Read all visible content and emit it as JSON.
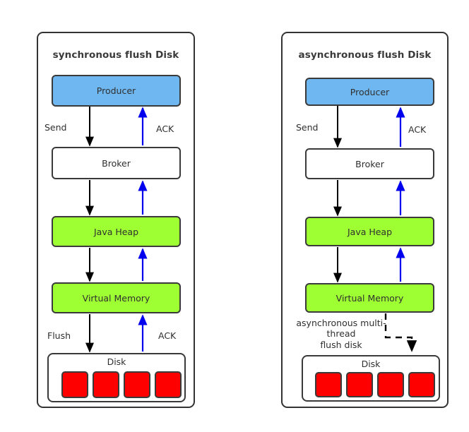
{
  "diagram": {
    "type": "flow-diagram",
    "title_left": "synchronous flush Disk",
    "title_right": "asynchronous flush Disk",
    "colors": {
      "producer_fill": "#6FB7F0",
      "memory_fill": "#9EFF32",
      "disk_cell_fill": "#FF0000",
      "stroke": "#3A3A3A",
      "ack_arrow": "#0000EE",
      "flow_arrow": "#000000",
      "background": "#FFFFFF"
    }
  },
  "panels": [
    {
      "id": "synchronous",
      "title": "synchronous flush Disk",
      "nodes": [
        {
          "id": "producer",
          "label": "Producer",
          "style": "blue"
        },
        {
          "id": "broker",
          "label": "Broker",
          "style": "plain"
        },
        {
          "id": "java-heap",
          "label": "Java Heap",
          "style": "green"
        },
        {
          "id": "virtual-memory",
          "label": "Virtual Memory",
          "style": "green"
        },
        {
          "id": "disk",
          "label": "Disk",
          "style": "disk"
        }
      ],
      "disk_cells": 4,
      "edge_labels": [
        {
          "id": "send",
          "text": "Send"
        },
        {
          "id": "ack-top",
          "text": "ACK"
        },
        {
          "id": "flush",
          "text": "Flush"
        },
        {
          "id": "ack-bottom",
          "text": "ACK"
        }
      ],
      "flows": [
        {
          "from": "producer",
          "to": "broker",
          "kind": "solid-down",
          "label": "Send"
        },
        {
          "from": "broker",
          "to": "java-heap",
          "kind": "solid-down"
        },
        {
          "from": "java-heap",
          "to": "virtual-memory",
          "kind": "solid-down"
        },
        {
          "from": "virtual-memory",
          "to": "disk",
          "kind": "solid-down",
          "label": "Flush"
        },
        {
          "from": "disk",
          "to": "virtual-memory",
          "kind": "ack-up",
          "label": "ACK"
        },
        {
          "from": "virtual-memory",
          "to": "java-heap",
          "kind": "ack-up"
        },
        {
          "from": "java-heap",
          "to": "broker",
          "kind": "ack-up"
        },
        {
          "from": "broker",
          "to": "producer",
          "kind": "ack-up",
          "label": "ACK"
        }
      ]
    },
    {
      "id": "asynchronous",
      "title": "asynchronous flush Disk",
      "nodes": [
        {
          "id": "producer",
          "label": "Producer",
          "style": "blue"
        },
        {
          "id": "broker",
          "label": "Broker",
          "style": "plain"
        },
        {
          "id": "java-heap",
          "label": "Java Heap",
          "style": "green"
        },
        {
          "id": "virtual-memory",
          "label": "Virtual Memory",
          "style": "green"
        },
        {
          "id": "disk",
          "label": "Disk",
          "style": "disk"
        }
      ],
      "disk_cells": 4,
      "edge_labels": [
        {
          "id": "send",
          "text": "Send"
        },
        {
          "id": "ack-top",
          "text": "ACK"
        }
      ],
      "async_note_lines": [
        "asynchronous multi-",
        "thread",
        "flush disk"
      ],
      "async_note_text": "asynchronous multi-thread flush disk",
      "flows": [
        {
          "from": "producer",
          "to": "broker",
          "kind": "solid-down",
          "label": "Send"
        },
        {
          "from": "broker",
          "to": "java-heap",
          "kind": "solid-down"
        },
        {
          "from": "java-heap",
          "to": "virtual-memory",
          "kind": "solid-down"
        },
        {
          "from": "virtual-memory",
          "to": "disk",
          "kind": "dashed-elbow-down",
          "label": "asynchronous multi-thread flush disk"
        },
        {
          "from": "virtual-memory",
          "to": "java-heap",
          "kind": "ack-up"
        },
        {
          "from": "java-heap",
          "to": "broker",
          "kind": "ack-up"
        },
        {
          "from": "broker",
          "to": "producer",
          "kind": "ack-up",
          "label": "ACK"
        }
      ]
    }
  ]
}
